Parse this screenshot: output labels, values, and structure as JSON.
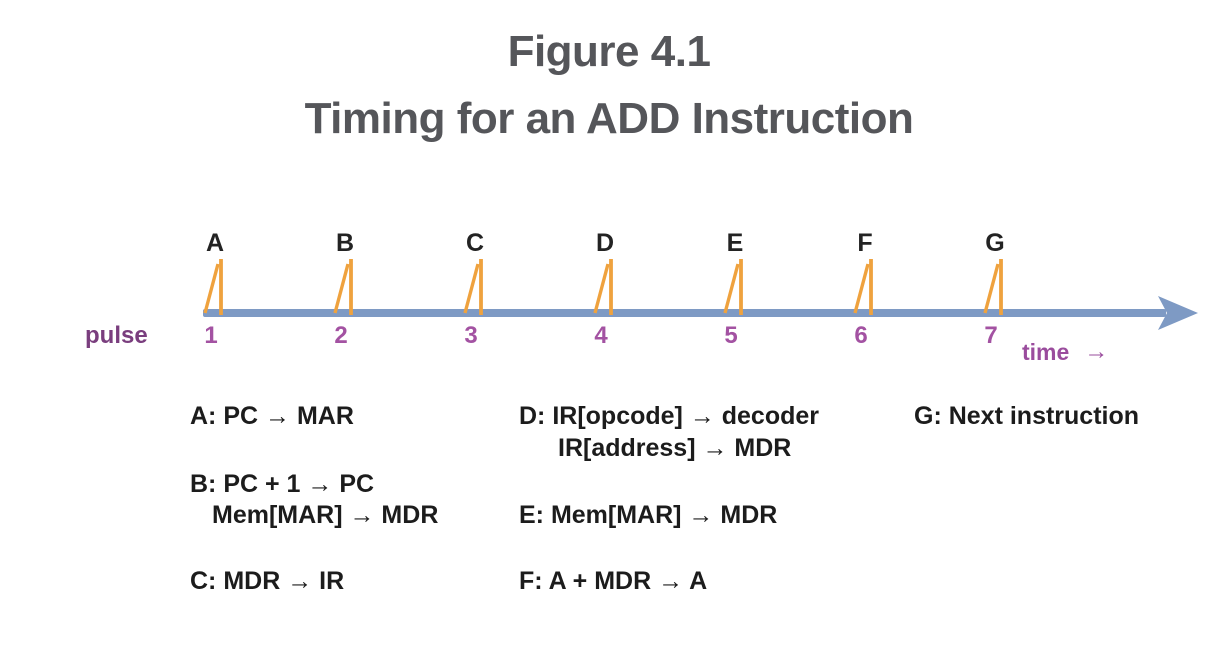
{
  "figure": {
    "title_line1": "Figure 4.1",
    "title_line2": "Timing for an ADD Instruction"
  },
  "timeline": {
    "axis_label": "pulse",
    "time_label": "time",
    "time_arrow": "→",
    "pulses": [
      {
        "letter": "A",
        "number": "1"
      },
      {
        "letter": "B",
        "number": "2"
      },
      {
        "letter": "C",
        "number": "3"
      },
      {
        "letter": "D",
        "number": "4"
      },
      {
        "letter": "E",
        "number": "5"
      },
      {
        "letter": "F",
        "number": "6"
      },
      {
        "letter": "G",
        "number": "7"
      }
    ]
  },
  "actions": {
    "a": "A: PC → MAR",
    "b_line1": "B: PC + 1 → PC",
    "b_line2": "Mem[MAR] → MDR",
    "c": "C: MDR → IR",
    "d_line1": "D: IR[opcode] → decoder",
    "d_line2": "IR[address] → MDR",
    "e": "E: Mem[MAR] → MDR",
    "f": "F: A + MDR → A",
    "g": "G: Next instruction"
  },
  "colors": {
    "pulse_spike": "#efa23e",
    "axis_line": "#7e9ac4",
    "pulse_label": "#7a3e7e",
    "pulse_numbers": "#a352a2",
    "time_label": "#9a4c9d",
    "title": "#55565a",
    "body_text": "#1c1c1c"
  }
}
